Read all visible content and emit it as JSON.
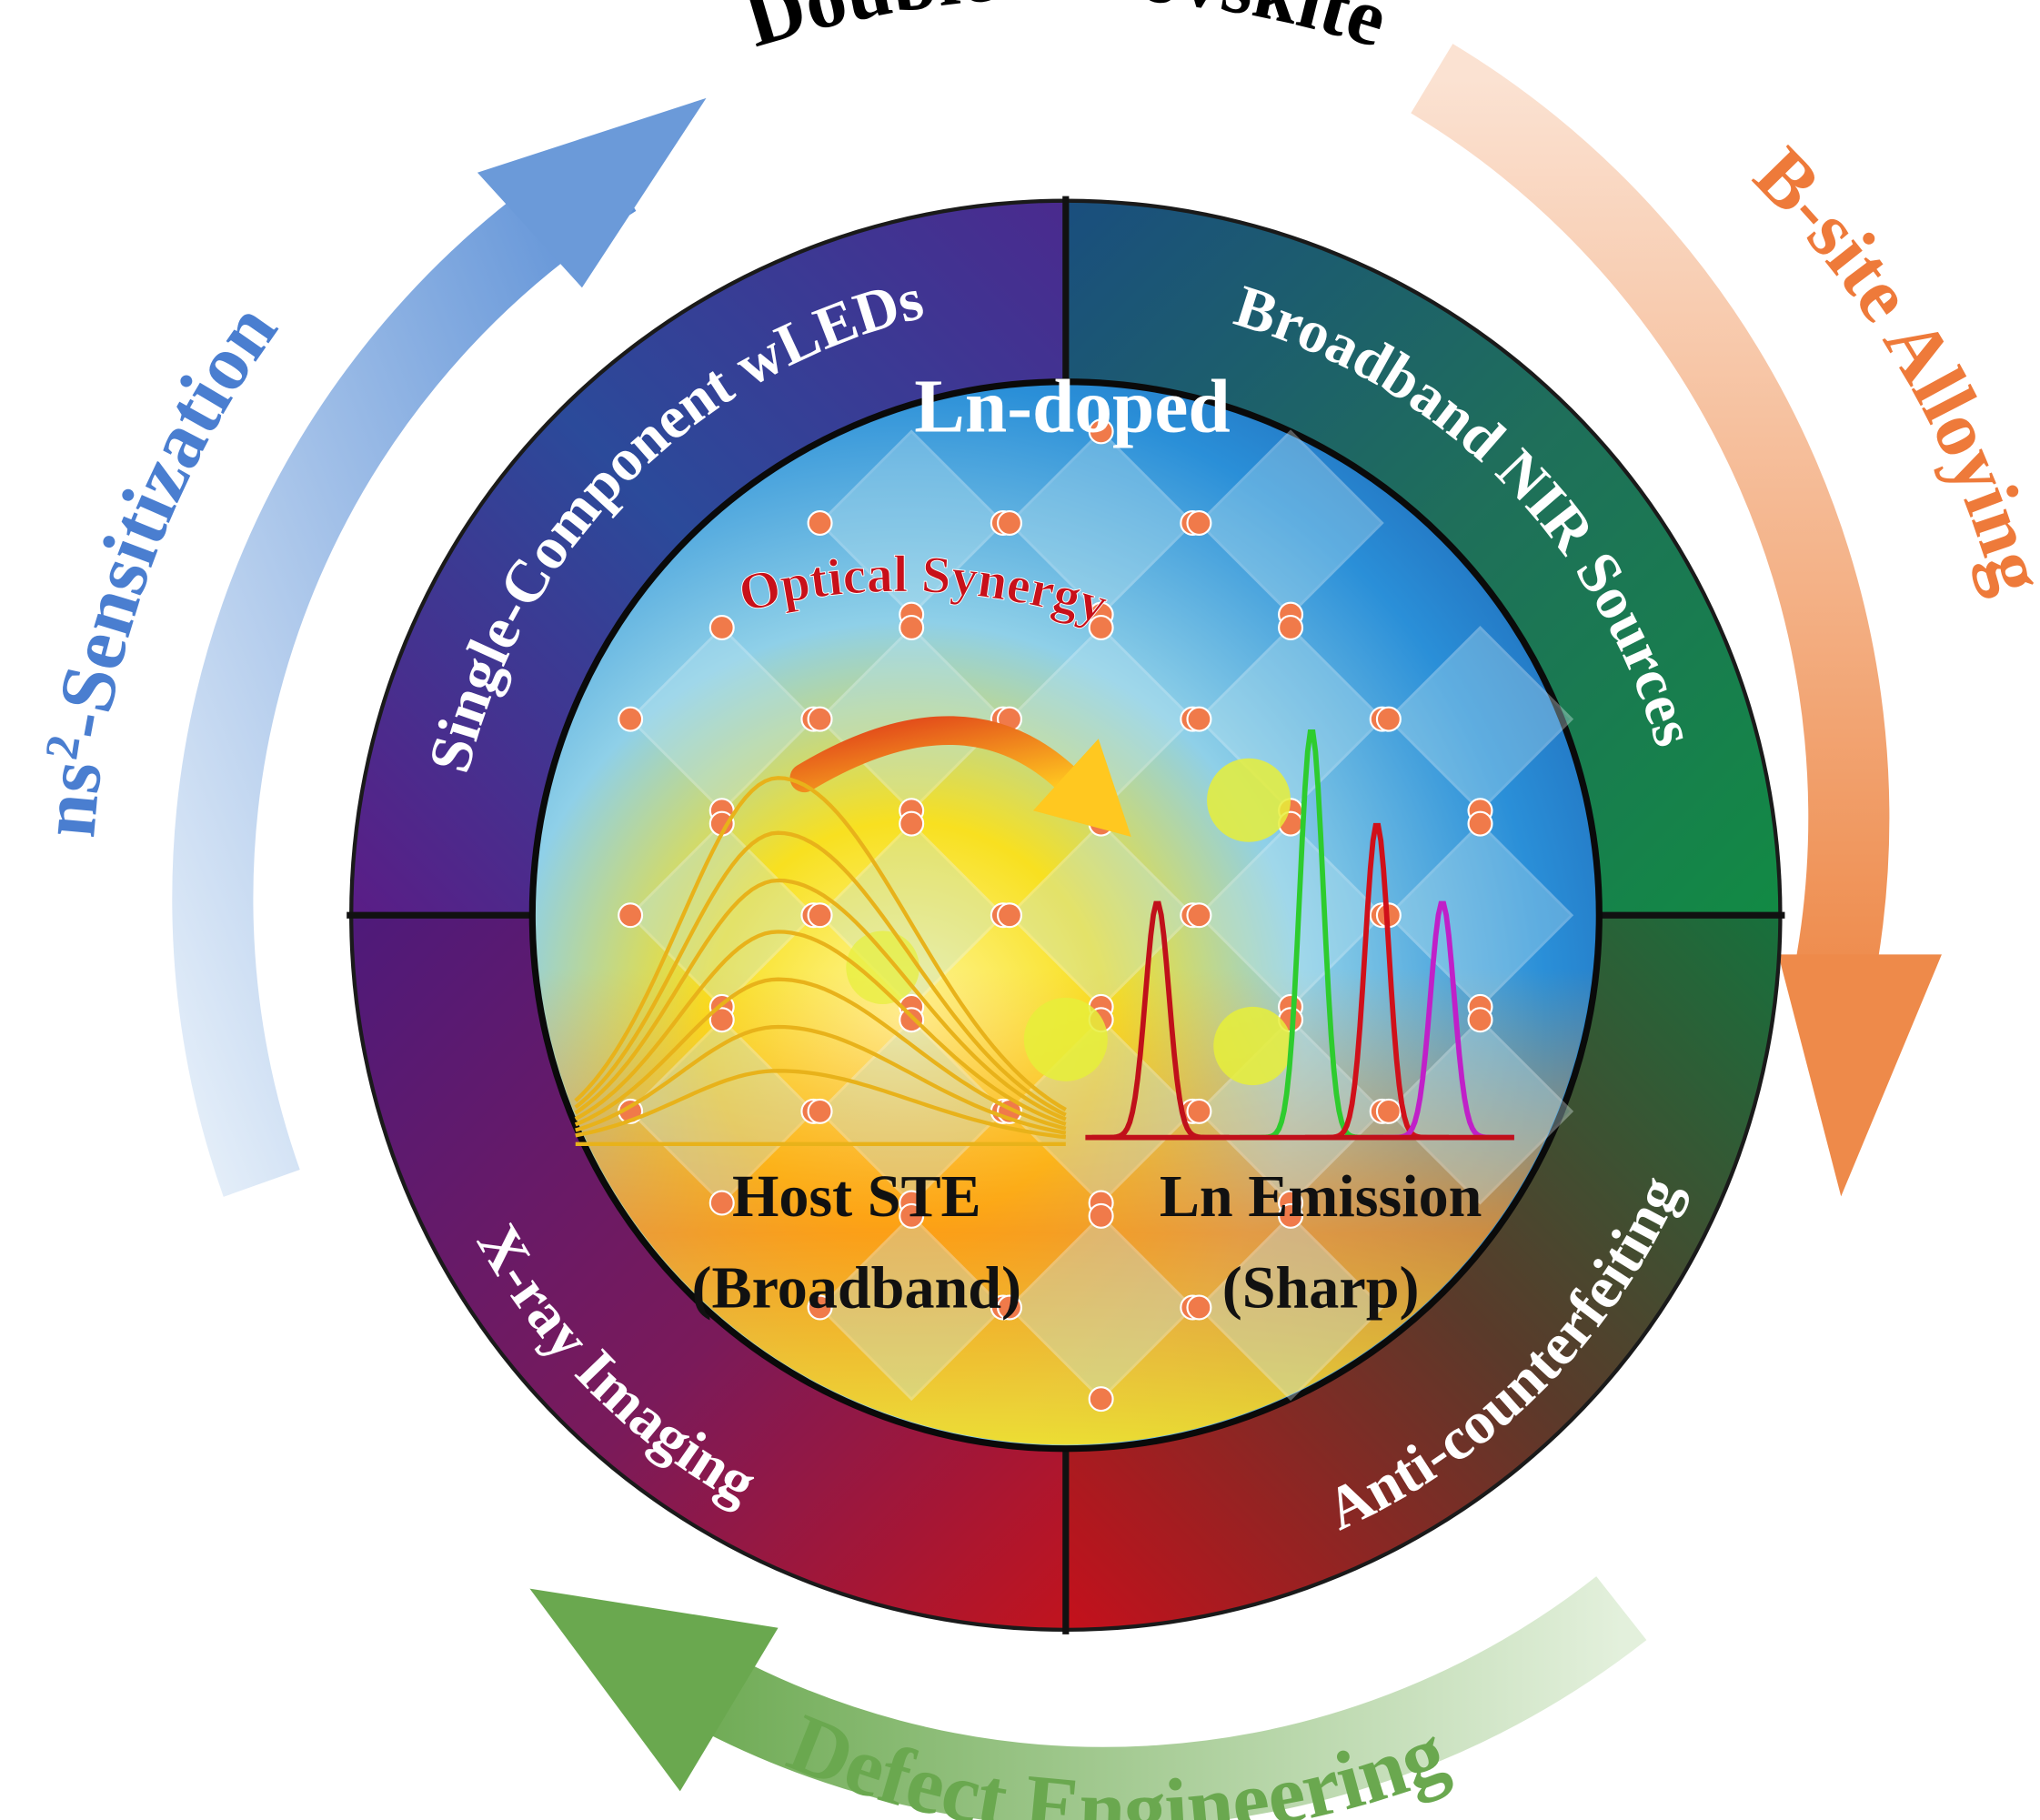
{
  "title": "Double Perovskite",
  "outer_cycle": {
    "right": "B-site Alloying",
    "bottom": "Defect Engineering",
    "left_prefix": "ns",
    "left_superscript": "2",
    "left_suffix": "-Sensitization"
  },
  "ring_segments": {
    "top_left": "Single-Component wLEDs",
    "top_right": "Broadband NIR Sources",
    "bottom_right": "Anti-counterfeiting",
    "bottom_left": "X-ray Imaging"
  },
  "center": {
    "heading": "Ln-doped",
    "synergy": "Optical Synergy",
    "host_line1": "Host STE",
    "host_line2": "(Broadband)",
    "ln_line1": "Ln Emission",
    "ln_line2": "(Sharp)"
  },
  "colors": {
    "blue_arrow": "#5b8fd6",
    "orange_arrow": "#ee8a4a",
    "green_arrow": "#6aa84f",
    "synergy_text": "#c8101a"
  }
}
